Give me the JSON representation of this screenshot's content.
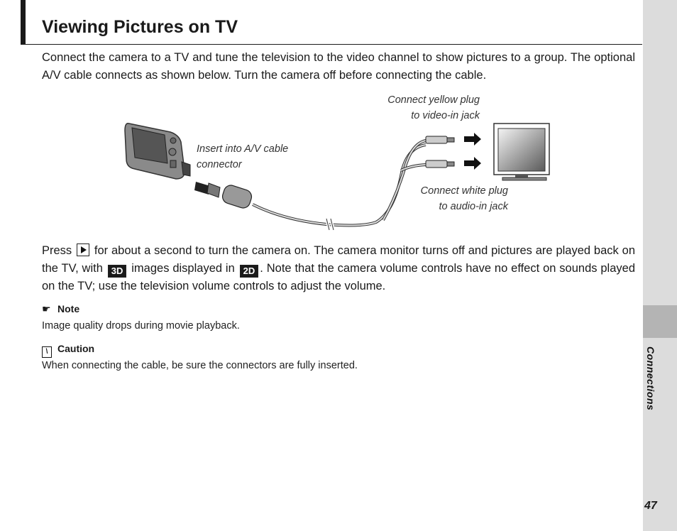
{
  "page": {
    "title": "Viewing Pictures on TV",
    "intro": "Connect the camera to a TV and tune the television to the video channel to show pictures to a group. The optional A/V cable connects as shown below. Turn the camera off before connecting the cable.",
    "side_label": "Connections",
    "page_number": "47"
  },
  "diagram": {
    "caption_yellow": [
      "Connect yellow plug",
      "to video-in jack"
    ],
    "caption_insert": [
      "Insert into A/V cable",
      "connector"
    ],
    "caption_white": [
      "Connect white plug",
      "to audio-in jack"
    ]
  },
  "playback": {
    "part1": "Press ",
    "part2": " for about a second to turn the camera on. The camera monitor turns off and pictures are played back on the TV, with ",
    "icon_3d": "3D",
    "part3": " images displayed in ",
    "icon_2d": "2D",
    "part4": ". Note that the camera volume controls have no effect on sounds played on the TV; use the television volume controls to adjust the volume."
  },
  "note": {
    "heading": "Note",
    "text": "Image quality drops during movie playback."
  },
  "caution": {
    "heading": "Caution",
    "text": "When connecting the cable, be sure the connectors are fully inserted."
  }
}
